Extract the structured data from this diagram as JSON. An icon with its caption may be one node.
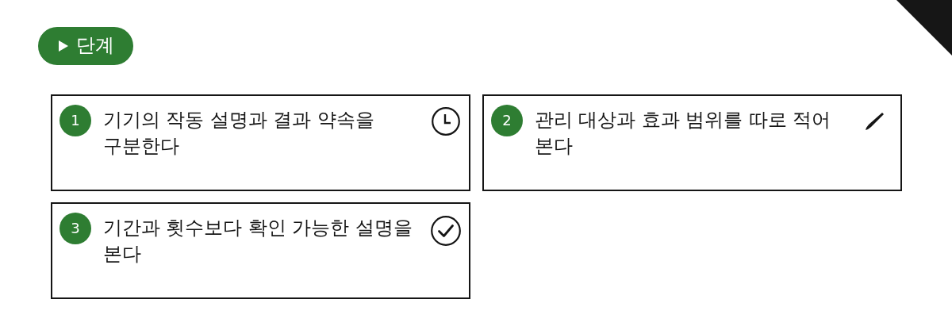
{
  "diagram": {
    "nodes": [
      {
        "text": [
          "단계"
        ]
      },
      {
        "text": [
          "기기의 작동 설명과 결과 약속을 구분한다"
        ]
      },
      {
        "text": [
          "1"
        ],
        "in": 1
      },
      {
        "text": [
          "관리 대상과 효과 범위를 따로 적어 본다"
        ]
      },
      {
        "text": [
          "2"
        ],
        "in": 3
      },
      {
        "text": [
          "기간과 횟수보다 확인 가능한 설명을 본다"
        ]
      },
      {
        "text": [
          "3"
        ],
        "in": 5
      }
    ]
  }
}
